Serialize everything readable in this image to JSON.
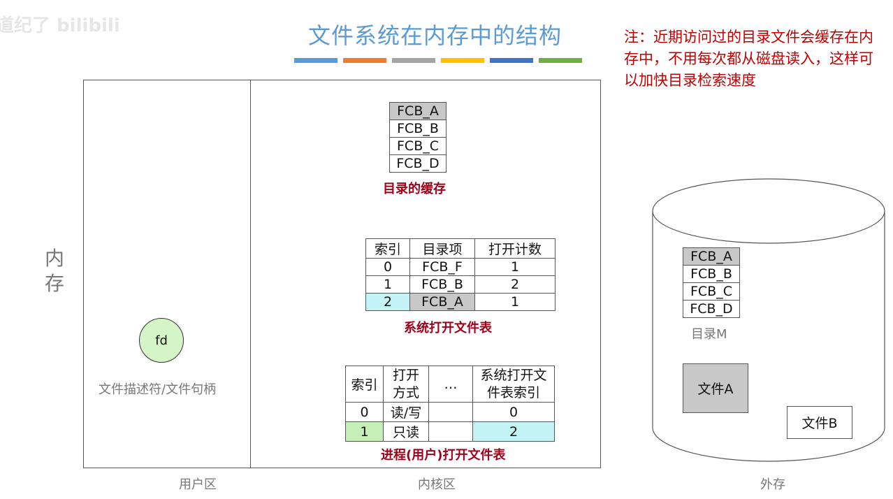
{
  "watermark": "道纪了 bilibili",
  "title": "文件系统在内存中的结构",
  "color_bars": [
    "#5b9bd5",
    "#ed7d31",
    "#a5a5a5",
    "#ffc000",
    "#4472c4",
    "#70ad47"
  ],
  "note": "注：近期访问过的目录文件会缓存在内存中，不用每次都从磁盘读入，这样可以加快目录检索速度",
  "memory_label": [
    "内",
    "存"
  ],
  "user_area": {
    "label": "用户区",
    "fd": "fd",
    "fd_caption": "文件描述符/文件句柄"
  },
  "kernel_area": {
    "label": "内核区",
    "dir_cache": {
      "rows": [
        "FCB_A",
        "FCB_B",
        "FCB_C",
        "FCB_D"
      ],
      "caption": "目录的缓存"
    },
    "system_open_table": {
      "headers": [
        "索引",
        "目录项",
        "打开计数"
      ],
      "rows": [
        [
          "0",
          "FCB_F",
          "1"
        ],
        [
          "1",
          "FCB_B",
          "2"
        ],
        [
          "2",
          "FCB_A",
          "1"
        ]
      ],
      "caption": "系统打开文件表"
    },
    "process_open_table": {
      "headers": [
        "索引",
        "打开\n方式",
        "…",
        "系统打开文\n件表索引"
      ],
      "rows": [
        [
          "0",
          "读/写",
          "",
          "0"
        ],
        [
          "1",
          "只读",
          "",
          "2"
        ]
      ],
      "caption": "进程(用户)打开文件表"
    }
  },
  "external": {
    "label": "外存",
    "dir": {
      "rows": [
        "FCB_A",
        "FCB_B",
        "FCB_C",
        "FCB_D"
      ],
      "caption": "目录M"
    },
    "file_a": "文件A",
    "file_b": "文件B"
  }
}
